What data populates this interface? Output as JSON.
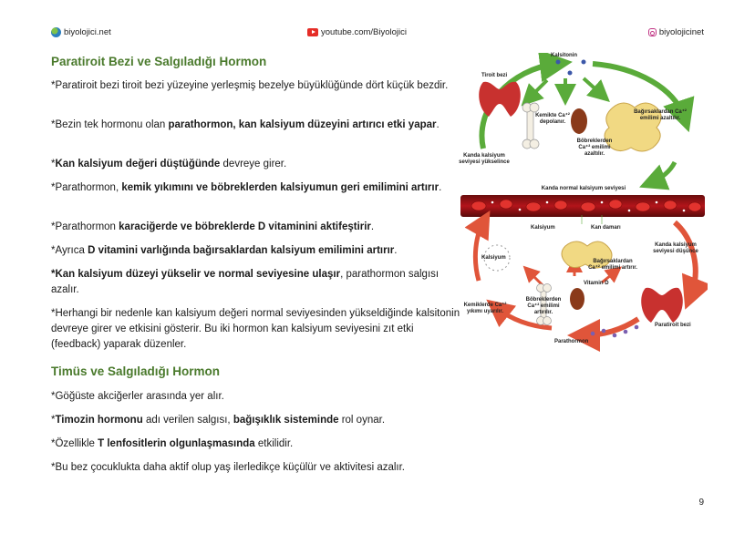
{
  "header": {
    "left": "biyolojici.net",
    "center": "youtube.com/Biyolojici",
    "right": "biyolojicinet"
  },
  "section1": {
    "title": "Paratiroit Bezi ve Salgıladığı Hormon",
    "paragraphs": [
      [
        {
          "t": "*Paratiroit bezi tiroit bezi yüzeyine yerleşmiş bezelye büyüklüğünde dört küçük bezdir."
        }
      ],
      [
        {
          "t": "*Bezin tek hormonu olan "
        },
        {
          "t": "parathormon, kan kalsiyum düzeyini artırıcı etki yapar",
          "b": true
        },
        {
          "t": "."
        }
      ],
      [
        {
          "t": "*"
        },
        {
          "t": "Kan kalsiyum değeri düştüğünde",
          "b": true
        },
        {
          "t": " devreye girer."
        }
      ],
      [
        {
          "t": "*Parathormon, "
        },
        {
          "t": "kemik yıkımını ve böbreklerden kalsiyumun geri emilimini artırır",
          "b": true
        },
        {
          "t": "."
        }
      ],
      [
        {
          "t": "*Parathormon "
        },
        {
          "t": "karaciğerde ve böbreklerde D vitaminini aktifeştirir",
          "b": true
        },
        {
          "t": "."
        }
      ],
      [
        {
          "t": "*Ayrıca "
        },
        {
          "t": "D vitamini varlığında bağırsaklardan kalsiyum emilimini artırır",
          "b": true
        },
        {
          "t": "."
        }
      ],
      [
        {
          "t": "*Kan kalsiyum düzeyi yükselir ve normal seviyesine ulaşır",
          "b": true
        },
        {
          "t": ", parathormon salgısı azalır."
        }
      ],
      [
        {
          "t": "*Herhangi bir nedenle kan kalsiyum değeri normal seviyesinden yükseldiğinde kalsitonin devreye girer ve etkisini gösterir. Bu iki hormon kan kalsiyum seviyesini zıt etki (feedback) yaparak düzenler."
        }
      ]
    ]
  },
  "section2": {
    "title": "Timüs ve Salgıladığı Hormon",
    "paragraphs": [
      [
        {
          "t": "*Göğüste akciğerler arasında yer alır."
        }
      ],
      [
        {
          "t": "*"
        },
        {
          "t": "Timozin hormonu",
          "b": true
        },
        {
          "t": " adı verilen salgısı, "
        },
        {
          "t": "bağışıklık sisteminde",
          "b": true
        },
        {
          "t": " rol oynar."
        }
      ],
      [
        {
          "t": "*Özellikle "
        },
        {
          "t": "T lenfositlerin olgunlaşmasında",
          "b": true
        },
        {
          "t": " etkilidir."
        }
      ],
      [
        {
          "t": "*Bu bez çocuklukta daha aktif olup yaş ilerledikçe küçülür ve aktivitesi azalır."
        }
      ]
    ]
  },
  "diagram": {
    "labels": {
      "tiroit": "Tiroit bezi",
      "kalsitonin": "Kalsitonin",
      "kemikte": "Kemikte Ca⁺² depolanır.",
      "bagirsak_top": "Bağırsaklardan Ca⁺² emilimi azaltılır.",
      "bobrek_top": "Böbreklerden Ca⁺² emilimi azaltılır.",
      "yukselince": "Kanda kalsiyum seviyesi yükselince",
      "normal": "Kanda normal kalsiyum seviyesi",
      "kalsiyum": "Kalsiyum",
      "kan_damari": "Kan damarı",
      "dusunce": "Kanda kalsiyum seviyesi düşünce",
      "kalsiyum2": "Kalsiyum",
      "bagirsak_bottom": "Bağırsaklardan Ca⁺² emilimi artırır.",
      "vitamin_d": "Vitamin D",
      "kemikler": "Kemiklerde Ca⁺² yıkımı uyarılır.",
      "bobrek_bottom": "Böbreklerden Ca⁺² emilimi artırılır.",
      "paratiroit": "Paratiroit bezi",
      "parathormon": "Parathormon"
    }
  },
  "page_number": "9"
}
